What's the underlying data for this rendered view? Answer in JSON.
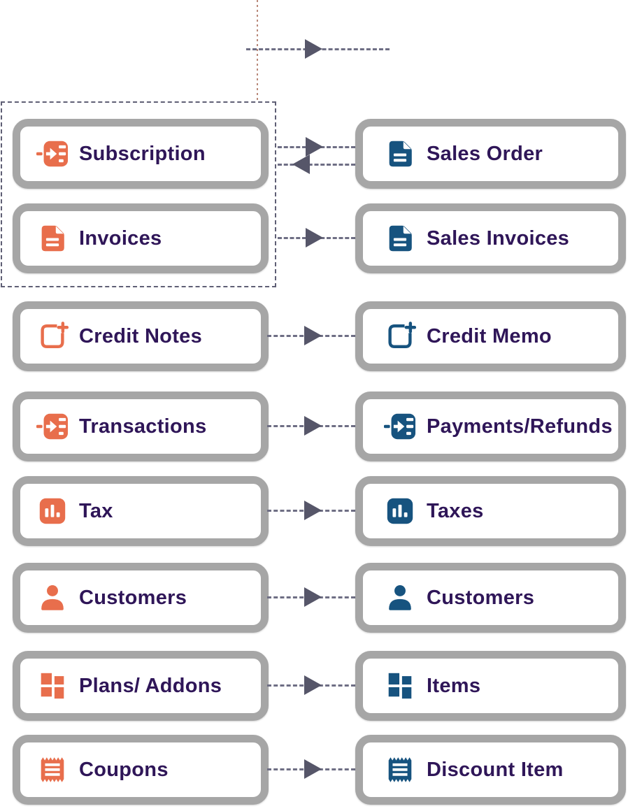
{
  "diagram": {
    "type": "entity-mapping",
    "colors": {
      "left_icon": "#e86e4c",
      "right_icon": "#17537f",
      "label_text": "#2f1658",
      "connector": "#6e6e84",
      "arrowhead": "#565669",
      "box_border": "#a6a6a6",
      "group_outline": "#5f5f75",
      "top_dotted_line": "#b9897a"
    },
    "group_outline": {
      "encloses": [
        "Subscription",
        "Invoices"
      ]
    },
    "top_connector": {
      "vertical_line_style": "dotted",
      "horizontal_arrow_direction": "right"
    },
    "rows": [
      {
        "left": {
          "label": "Subscription",
          "icon": "arrow-into-list-icon"
        },
        "right": {
          "label": "Sales Order",
          "icon": "document-icon"
        },
        "connection": "bidirectional"
      },
      {
        "left": {
          "label": "Invoices",
          "icon": "document-icon"
        },
        "right": {
          "label": "Sales Invoices",
          "icon": "document-icon"
        },
        "connection": "left-to-right"
      },
      {
        "left": {
          "label": "Credit Notes",
          "icon": "note-plus-icon"
        },
        "right": {
          "label": "Credit Memo",
          "icon": "note-plus-icon"
        },
        "connection": "left-to-right"
      },
      {
        "left": {
          "label": "Transactions",
          "icon": "arrow-into-list-icon"
        },
        "right": {
          "label": "Payments/Refunds",
          "icon": "arrow-into-list-icon"
        },
        "connection": "left-to-right"
      },
      {
        "left": {
          "label": "Tax",
          "icon": "bar-chart-icon"
        },
        "right": {
          "label": "Taxes",
          "icon": "bar-chart-icon"
        },
        "connection": "left-to-right"
      },
      {
        "left": {
          "label": "Customers",
          "icon": "person-icon"
        },
        "right": {
          "label": "Customers",
          "icon": "person-icon"
        },
        "connection": "left-to-right"
      },
      {
        "left": {
          "label": "Plans/ Addons",
          "icon": "grid-icon"
        },
        "right": {
          "label": "Items",
          "icon": "grid-icon"
        },
        "connection": "left-to-right"
      },
      {
        "left": {
          "label": "Coupons",
          "icon": "ticket-icon"
        },
        "right": {
          "label": "Discount Item",
          "icon": "ticket-icon"
        },
        "connection": "left-to-right"
      }
    ]
  }
}
